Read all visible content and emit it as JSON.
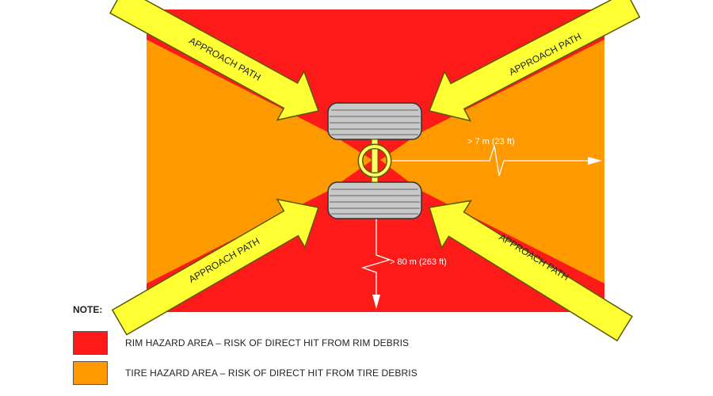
{
  "diagram": {
    "approach_label": "APPROACH PATH",
    "distance_side": "> 7 m (23 ft)",
    "distance_rear": "> 80 m (263 ft)"
  },
  "legend": {
    "title": "NOTE:",
    "rim": {
      "label": "RIM HAZARD AREA – RISK OF DIRECT HIT FROM RIM DEBRIS"
    },
    "tire": {
      "label": "TIRE HAZARD AREA – RISK OF DIRECT HIT FROM TIRE DEBRIS"
    }
  },
  "colors": {
    "rim_hazard": "#ff1a1a",
    "tire_hazard": "#ff9900",
    "arrow_fill": "#ffff33",
    "arrow_stroke": "#5a5a00",
    "tire_fill": "#c8c8c8",
    "hub": "#ffff66"
  }
}
